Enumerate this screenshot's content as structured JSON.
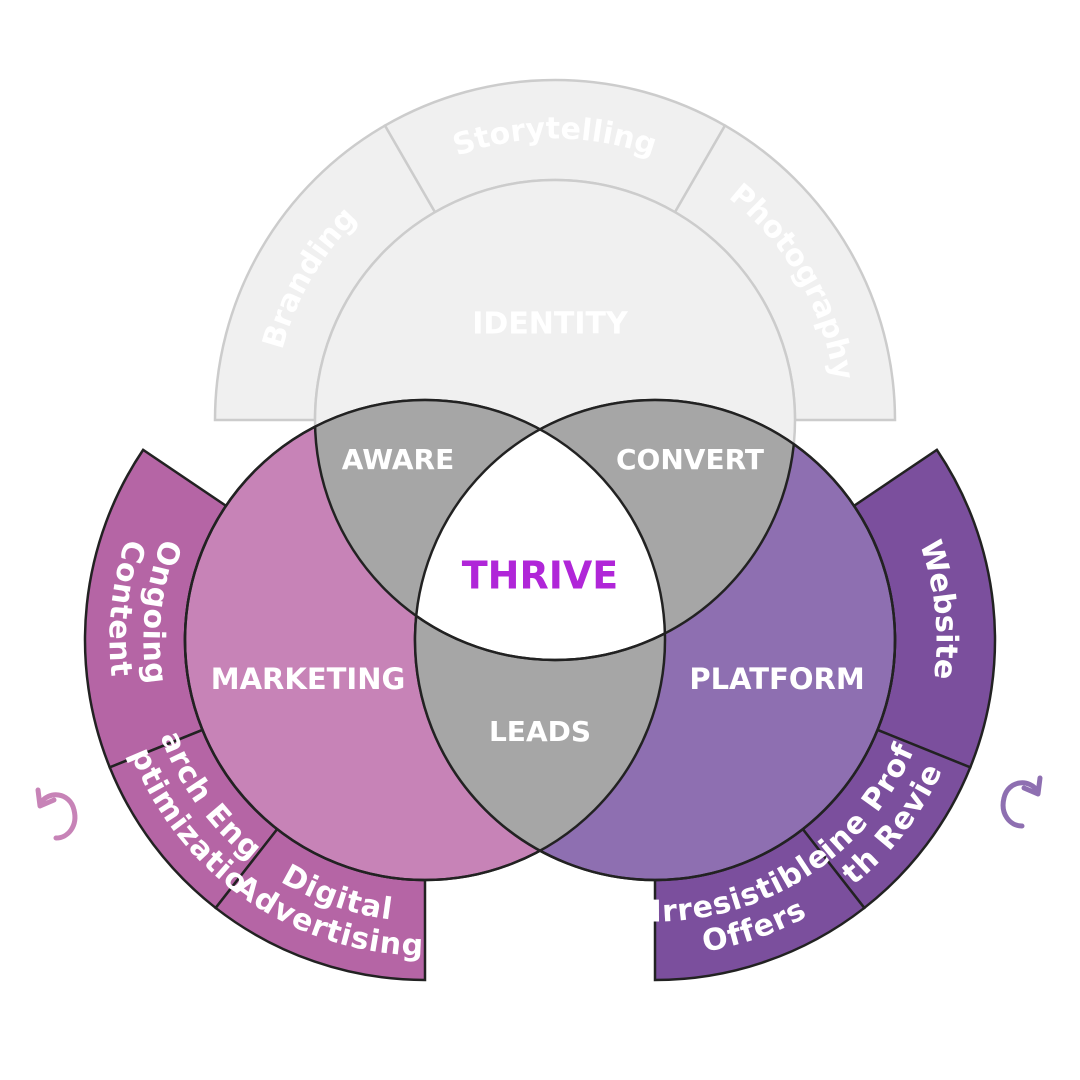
{
  "center": {
    "label": "THRIVE",
    "color": "#b026d8"
  },
  "circles": {
    "identity": {
      "label": "IDENTITY",
      "fill": "#f0f0f0",
      "text": "#ffffff"
    },
    "marketing": {
      "label": "MARKETING",
      "fill": "#c783b7",
      "text": "#ffffff"
    },
    "platform": {
      "label": "PLATFORM",
      "fill": "#8e6fb1",
      "text": "#ffffff"
    }
  },
  "overlaps": {
    "aware": "AWARE",
    "convert": "CONVERT",
    "leads": "LEADS",
    "fill": "#a6a6a6"
  },
  "identity_ring": {
    "fill": "#f0f0f0",
    "text": "#ffffff",
    "segments": [
      "Branding",
      "Storytelling",
      "Photography"
    ]
  },
  "marketing_ring": {
    "fill": "#b565a5",
    "text": "#ffffff",
    "segments": [
      {
        "lines": [
          "Ongoing",
          "Content"
        ]
      },
      {
        "lines": [
          "Search Engine",
          "Optimization"
        ]
      },
      {
        "lines": [
          "Digital",
          "Advertising"
        ]
      }
    ]
  },
  "platform_ring": {
    "fill": "#7b4f9d",
    "text": "#ffffff",
    "segments": [
      {
        "lines": [
          "Website"
        ]
      },
      {
        "lines": [
          "Online Profiles",
          "with Reviews"
        ]
      },
      {
        "lines": [
          "Irresistible",
          "Offers"
        ]
      }
    ]
  },
  "arrows": {
    "left_color": "#c783b7",
    "right_color": "#8e6fb1"
  }
}
